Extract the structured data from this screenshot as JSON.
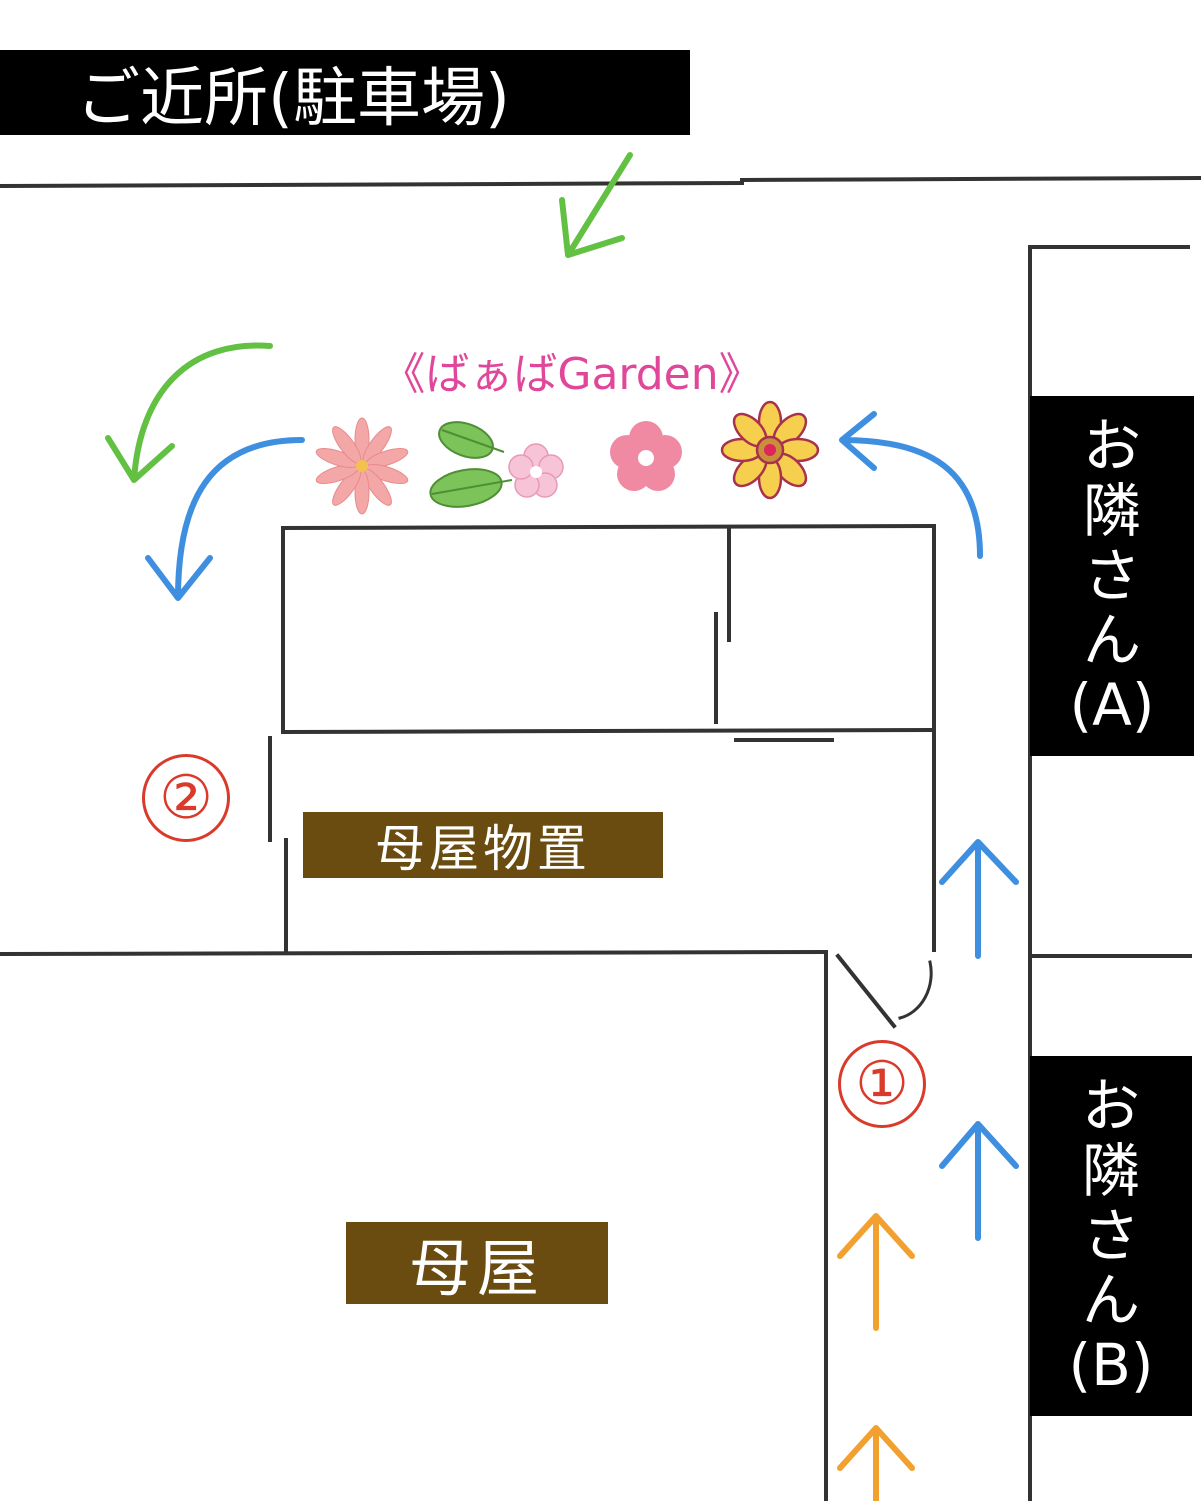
{
  "parking_label": "ご近所(駐車場)",
  "garden_title": "《ばぁばGarden》",
  "neighbor_a": {
    "line1": "お",
    "line2": "隣",
    "line3": "さ",
    "line4": "ん",
    "line5": "(A)"
  },
  "neighbor_b": {
    "line1": "お",
    "line2": "隣",
    "line3": "さ",
    "line4": "ん",
    "line5": "(B)"
  },
  "storage_label": "母屋物置",
  "main_house_label": "母屋",
  "marker_1": "①",
  "marker_2": "②",
  "colors": {
    "wall": "#333333",
    "green_arrow": "#62c043",
    "blue_arrow": "#3f8fe0",
    "orange_arrow": "#f2a030",
    "marker_red": "#d93a2a",
    "title_pink": "#e0479a",
    "label_brown": "#6b4c10",
    "label_black": "#000000"
  },
  "icons": [
    "pink-daisy-icon",
    "green-leaves-icon",
    "small-pink-flower-icon",
    "pink-flower-icon",
    "yellow-flower-icon"
  ]
}
